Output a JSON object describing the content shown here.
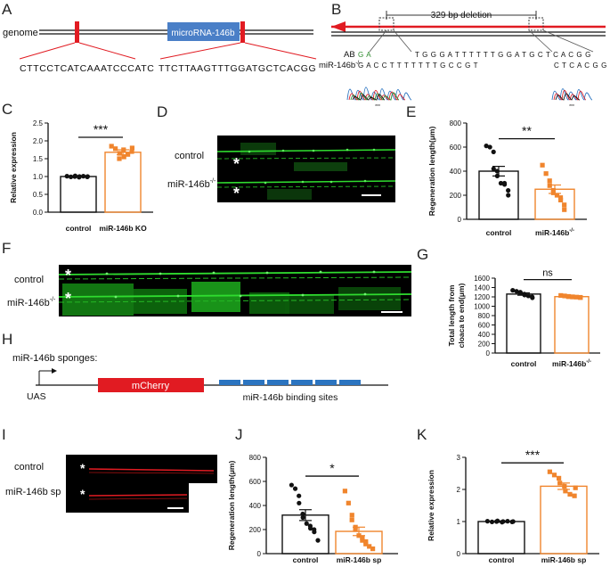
{
  "panel_letters": {
    "a": "A",
    "b": "B",
    "c": "C",
    "d": "D",
    "e": "E",
    "f": "F",
    "g": "G",
    "h": "H",
    "i": "I",
    "j": "J",
    "k": "K"
  },
  "panel_a": {
    "genome_label": "genome",
    "gene_label": "microRNA-146b",
    "seq_left": "CTTCCTCATCAAATCCCATC",
    "seq_right": "TTCTTAAGTTTGGATGCTCACGG"
  },
  "panel_b": {
    "deletion_label": "329 bp deletion",
    "ab_label": "AB",
    "mut_label": "miR-146b",
    "mut_sup": "-/-",
    "ab_seq_left": "G A",
    "ab_seq_mid": "T G G G A T T T   T T T G G A T G C T C A C G G",
    "mut_seq_left": "G A C C T T T T T T T G C C G T",
    "mut_seq_right": "C T C A C G G",
    "chrom_label": "***"
  },
  "panel_d": {
    "label_control": "control",
    "label_mut": "miR-146b",
    "mut_sup": "-/-",
    "star": "*"
  },
  "panel_f": {
    "label_control": "control",
    "label_mut": "miR-146b",
    "mut_sup": "-/-",
    "star": "*"
  },
  "panel_h": {
    "title": "miR-146b sponges:",
    "uas": "UAS",
    "reporter": "mCherry",
    "sites": "miR-146b binding sites"
  },
  "panel_i": {
    "label_control": "control",
    "label_sp": "miR-146b sp",
    "star": "*"
  },
  "colors": {
    "orange": "#f0852d",
    "red": "#e11b22",
    "blue": "#2b74c0",
    "black": "#111111",
    "green": "#2fdc2f"
  },
  "chart_data": [
    {
      "id": "C",
      "type": "bar",
      "categories": [
        "control",
        "miR-146b KO"
      ],
      "values": [
        1.0,
        1.68
      ],
      "errors": [
        0.02,
        0.07
      ],
      "points": [
        [
          1.01,
          0.99,
          1.0,
          1.02,
          0.98,
          1.0,
          1.01,
          0.99,
          1.0
        ],
        [
          1.85,
          1.78,
          1.5,
          1.65,
          1.75,
          1.55,
          1.62,
          1.7,
          1.8
        ]
      ],
      "ylabel": "Relative expression",
      "yticks": [
        "0.0",
        "0.5",
        "1.0",
        "1.5",
        "2.0",
        "2.5"
      ],
      "ylim": [
        0,
        2.5
      ],
      "significance": "***"
    },
    {
      "id": "E",
      "type": "bar",
      "categories": [
        "control",
        "miR-146b"
      ],
      "sup": "-/-",
      "values": [
        400,
        250
      ],
      "errors": [
        40,
        35
      ],
      "points": [
        [
          610,
          600,
          560,
          420,
          400,
          360,
          300,
          300,
          290,
          240,
          200
        ],
        [
          450,
          380,
          320,
          280,
          240,
          220,
          200,
          180,
          160,
          120,
          80
        ]
      ],
      "ylabel": "Regeneration length(μm)",
      "yticks": [
        "0",
        "200",
        "400",
        "600",
        "800"
      ],
      "ylim": [
        0,
        800
      ],
      "significance": "**"
    },
    {
      "id": "G",
      "type": "bar",
      "categories": [
        "control",
        "miR-146b"
      ],
      "sup": "-/-",
      "values": [
        1260,
        1205
      ],
      "errors": [
        25,
        10
      ],
      "points": [
        [
          1340,
          1320,
          1300,
          1280,
          1260,
          1240,
          1220,
          1200,
          1180
        ],
        [
          1230,
          1220,
          1210,
          1205,
          1200,
          1200,
          1195,
          1190,
          1185
        ]
      ],
      "ylabel": "Total length from cloaca to end(μm)",
      "ylabel_lines": [
        "Total length from",
        "cloaca to end(μm)"
      ],
      "yticks": [
        "0",
        "200",
        "400",
        "600",
        "800",
        "1000",
        "1200",
        "1400",
        "1600"
      ],
      "ylim": [
        0,
        1600
      ],
      "significance": "ns"
    },
    {
      "id": "J",
      "type": "bar",
      "categories": [
        "control",
        "miR-146b sp"
      ],
      "values": [
        320,
        185
      ],
      "errors": [
        45,
        35
      ],
      "points": [
        [
          570,
          540,
          480,
          420,
          330,
          300,
          250,
          230,
          210,
          200,
          180,
          110
        ],
        [
          520,
          420,
          320,
          280,
          220,
          200,
          150,
          130,
          110,
          100,
          80,
          60,
          40
        ]
      ],
      "ylabel": "Regeneration length(μm)",
      "yticks": [
        "0",
        "200",
        "400",
        "600",
        "800"
      ],
      "ylim": [
        0,
        800
      ],
      "significance": "*"
    },
    {
      "id": "K",
      "type": "bar",
      "categories": [
        "control",
        "miR-146b sp"
      ],
      "values": [
        1.0,
        2.1
      ],
      "errors": [
        0.02,
        0.1
      ],
      "points": [
        [
          1.01,
          0.99,
          1.0,
          1.02,
          0.98,
          1.0,
          1.01,
          0.99,
          1.0
        ],
        [
          2.55,
          2.45,
          2.35,
          2.2,
          2.1,
          1.95,
          1.85,
          1.8,
          2.05
        ]
      ],
      "ylabel": "Relative expression",
      "yticks": [
        "0",
        "1",
        "2",
        "3"
      ],
      "ylim": [
        0,
        3
      ],
      "significance": "***"
    }
  ]
}
